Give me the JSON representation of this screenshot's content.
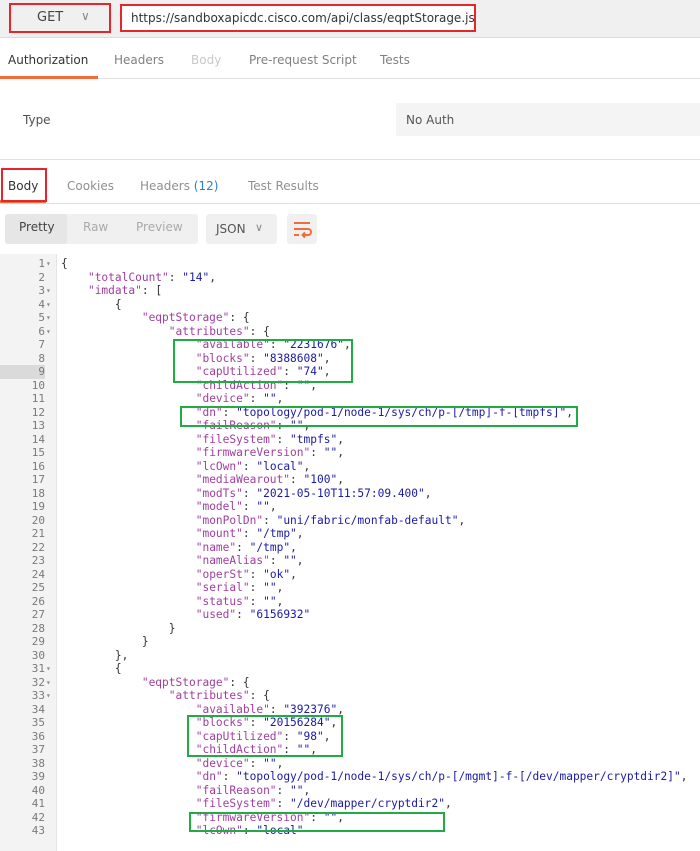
{
  "request": {
    "method": "GET",
    "url": "https://sandboxapicdc.cisco.com/api/class/eqptStorage.json"
  },
  "request_tabs": [
    "Authorization",
    "Headers",
    "Body",
    "Pre-request Script",
    "Tests"
  ],
  "auth": {
    "type_label": "Type",
    "type_value": "No Auth"
  },
  "response_tabs": {
    "body": "Body",
    "cookies": "Cookies",
    "headers": "Headers",
    "headers_count": "(12)",
    "tests": "Test Results"
  },
  "view": {
    "pretty": "Pretty",
    "raw": "Raw",
    "preview": "Preview",
    "format": "JSON"
  },
  "code_lines": [
    {
      "n": "1",
      "fold": true,
      "t": "{"
    },
    {
      "n": "2",
      "t": "    \"totalCount\": \"14\","
    },
    {
      "n": "3",
      "fold": true,
      "t": "    \"imdata\": ["
    },
    {
      "n": "4",
      "fold": true,
      "t": "        {"
    },
    {
      "n": "5",
      "fold": true,
      "t": "            \"eqptStorage\": {"
    },
    {
      "n": "6",
      "fold": true,
      "t": "                \"attributes\": {"
    },
    {
      "n": "7",
      "t": "                    \"available\": \"2231676\","
    },
    {
      "n": "8",
      "t": "                    \"blocks\": \"8388608\","
    },
    {
      "n": "9",
      "hl": true,
      "t": "                    \"capUtilized\": \"74\","
    },
    {
      "n": "10",
      "t": "                    \"childAction\": \"\","
    },
    {
      "n": "11",
      "t": "                    \"device\": \"\","
    },
    {
      "n": "12",
      "t": "                    \"dn\": \"topology/pod-1/node-1/sys/ch/p-[/tmp]-f-[tmpfs]\","
    },
    {
      "n": "13",
      "t": "                    \"failReason\": \"\","
    },
    {
      "n": "14",
      "t": "                    \"fileSystem\": \"tmpfs\","
    },
    {
      "n": "15",
      "t": "                    \"firmwareVersion\": \"\","
    },
    {
      "n": "16",
      "t": "                    \"lcOwn\": \"local\","
    },
    {
      "n": "17",
      "t": "                    \"mediaWearout\": \"100\","
    },
    {
      "n": "18",
      "t": "                    \"modTs\": \"2021-05-10T11:57:09.400\","
    },
    {
      "n": "19",
      "t": "                    \"model\": \"\","
    },
    {
      "n": "20",
      "t": "                    \"monPolDn\": \"uni/fabric/monfab-default\","
    },
    {
      "n": "21",
      "t": "                    \"mount\": \"/tmp\","
    },
    {
      "n": "22",
      "t": "                    \"name\": \"/tmp\","
    },
    {
      "n": "23",
      "t": "                    \"nameAlias\": \"\","
    },
    {
      "n": "24",
      "t": "                    \"operSt\": \"ok\","
    },
    {
      "n": "25",
      "t": "                    \"serial\": \"\","
    },
    {
      "n": "26",
      "t": "                    \"status\": \"\","
    },
    {
      "n": "27",
      "t": "                    \"used\": \"6156932\""
    },
    {
      "n": "28",
      "t": "                }"
    },
    {
      "n": "29",
      "t": "            }"
    },
    {
      "n": "30",
      "t": "        },"
    },
    {
      "n": "31",
      "fold": true,
      "t": "        {"
    },
    {
      "n": "32",
      "fold": true,
      "t": "            \"eqptStorage\": {"
    },
    {
      "n": "33",
      "fold": true,
      "t": "                \"attributes\": {"
    },
    {
      "n": "34",
      "t": "                    \"available\": \"392376\","
    },
    {
      "n": "35",
      "t": "                    \"blocks\": \"20156284\","
    },
    {
      "n": "36",
      "t": "                    \"capUtilized\": \"98\","
    },
    {
      "n": "37",
      "t": "                    \"childAction\": \"\","
    },
    {
      "n": "38",
      "t": "                    \"device\": \"\","
    },
    {
      "n": "39",
      "t": "                    \"dn\": \"topology/pod-1/node-1/sys/ch/p-[/mgmt]-f-[/dev/mapper/cryptdir2]\","
    },
    {
      "n": "40",
      "t": "                    \"failReason\": \"\","
    },
    {
      "n": "41",
      "t": "                    \"fileSystem\": \"/dev/mapper/cryptdir2\","
    },
    {
      "n": "42",
      "t": "                    \"firmwareVersion\": \"\","
    },
    {
      "n": "43",
      "t": "                    \"lcOwn\": \"local\""
    }
  ],
  "colors": {
    "annotation_red": "#e8252a",
    "annotation_green": "#22aa44",
    "tab_accent": "#f26b3a",
    "json_key": "#a03ea0",
    "json_string": "#1a1aa6"
  }
}
